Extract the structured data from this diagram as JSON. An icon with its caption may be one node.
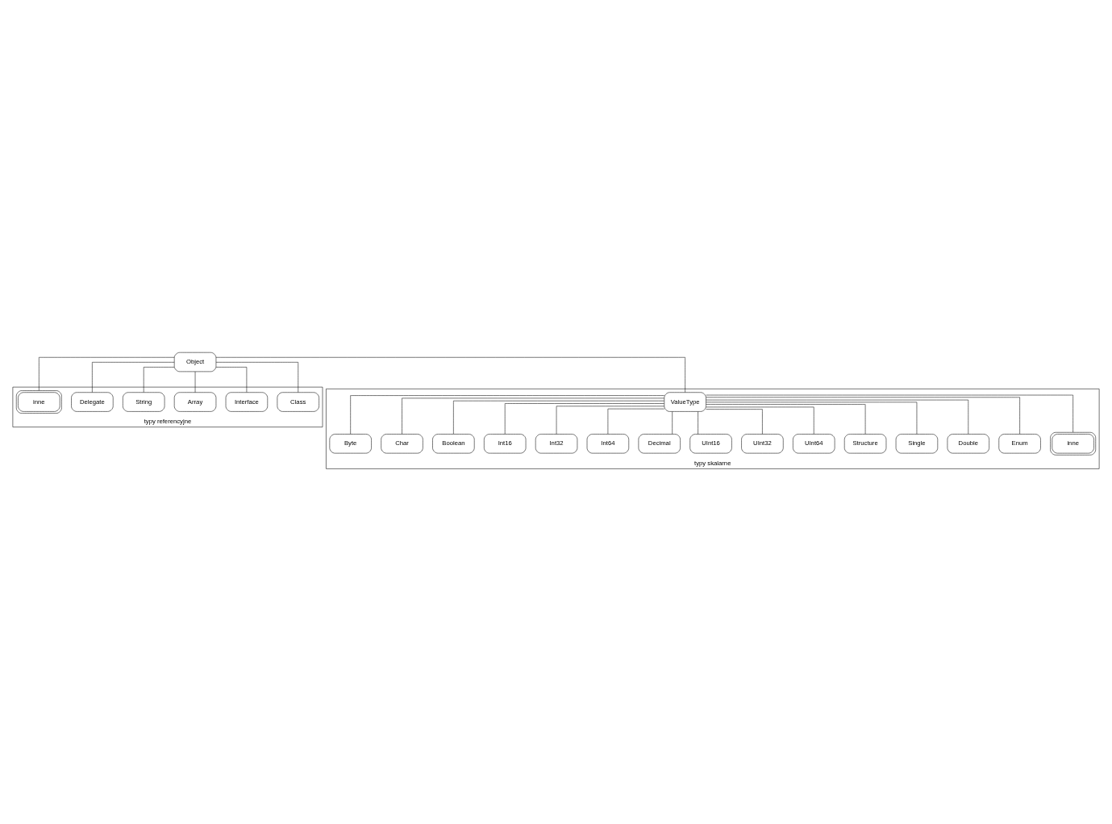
{
  "diagram": {
    "nodes": [
      {
        "text": [
          "Object"
        ]
      },
      {
        "text": [
          "typy referencyjne"
        ]
      },
      {
        "text": [
          "Class"
        ],
        "in": 1
      },
      {
        "text": [
          "Interface"
        ],
        "in": 1
      },
      {
        "text": [
          "Array"
        ],
        "in": 1
      },
      {
        "text": [
          "String"
        ],
        "in": 1
      },
      {
        "text": [
          "Delegate"
        ],
        "in": 1
      },
      {
        "text": [
          "inne"
        ],
        "in": 1
      },
      {
        "text": [
          "typy skalarne"
        ]
      },
      {
        "text": [
          "ValueType"
        ],
        "in": 8
      },
      {
        "text": [
          "Byte"
        ],
        "in": 8
      },
      {
        "text": [
          "Char"
        ],
        "in": 8
      },
      {
        "text": [
          "Boolean"
        ],
        "in": 8
      },
      {
        "text": [
          "Int16"
        ],
        "in": 8
      },
      {
        "text": [
          "Int32"
        ],
        "in": 8
      },
      {
        "text": [
          "Int64"
        ],
        "in": 8
      },
      {
        "text": [
          "Decimal"
        ],
        "in": 8
      },
      {
        "text": [
          "UInt16"
        ],
        "in": 8
      },
      {
        "text": [
          "UInt32"
        ],
        "in": 8
      },
      {
        "text": [
          "UInt64"
        ],
        "in": 8
      },
      {
        "text": [
          "Structure"
        ],
        "in": 8
      },
      {
        "text": [
          "Single"
        ],
        "in": 8
      },
      {
        "text": [
          "Double"
        ],
        "in": 8
      },
      {
        "text": [
          "Enum"
        ],
        "in": 8
      },
      {
        "text": [
          "inne"
        ],
        "in": 8
      }
    ],
    "edges": [
      {
        "from": 0,
        "to": 2,
        "arrow": "none"
      },
      {
        "from": 0,
        "to": 3,
        "arrow": "none"
      },
      {
        "from": 0,
        "to": 4,
        "arrow": "none"
      },
      {
        "from": 0,
        "to": 5,
        "arrow": "none"
      },
      {
        "from": 0,
        "to": 6,
        "arrow": "none"
      },
      {
        "from": 0,
        "to": 7,
        "arrow": "none"
      },
      {
        "from": 0,
        "to": 9,
        "arrow": "none"
      },
      {
        "from": 9,
        "to": 10,
        "arrow": "none"
      },
      {
        "from": 9,
        "to": 11,
        "arrow": "none"
      },
      {
        "from": 9,
        "to": 12,
        "arrow": "none"
      },
      {
        "from": 9,
        "to": 13,
        "arrow": "none"
      },
      {
        "from": 9,
        "to": 14,
        "arrow": "none"
      },
      {
        "from": 9,
        "to": 15,
        "arrow": "none"
      },
      {
        "from": 9,
        "to": 16,
        "arrow": "none"
      },
      {
        "from": 9,
        "to": 17,
        "arrow": "none"
      },
      {
        "from": 9,
        "to": 18,
        "arrow": "none"
      },
      {
        "from": 9,
        "to": 19,
        "arrow": "none"
      },
      {
        "from": 9,
        "to": 20,
        "arrow": "none"
      },
      {
        "from": 9,
        "to": 21,
        "arrow": "none"
      },
      {
        "from": 9,
        "to": 22,
        "arrow": "none"
      },
      {
        "from": 9,
        "to": 23,
        "arrow": "none"
      },
      {
        "from": 9,
        "to": 24,
        "arrow": "none"
      }
    ]
  }
}
